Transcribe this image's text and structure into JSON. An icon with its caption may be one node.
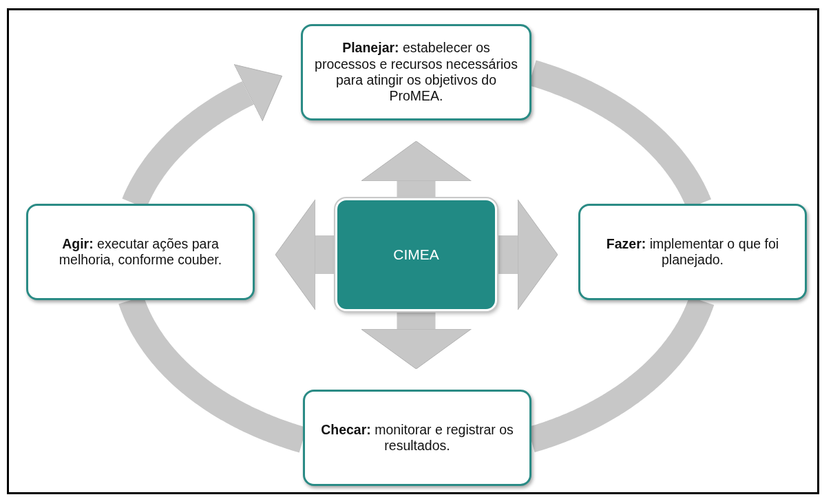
{
  "diagram": {
    "nodes": [
      {
        "text": [
          "**Planejar:** estabelecer os processos e recursos necessários para atingir os objetivos do ProMEA."
        ]
      },
      {
        "text": [
          "**Agir:** executar ações para melhoria, conforme couber."
        ]
      },
      {
        "text": [
          "CIMEA"
        ]
      },
      {
        "text": [
          "**Fazer:** implementar o que foi planejado."
        ]
      },
      {
        "text": [
          "**Checar:** monitorar e registrar os resultados."
        ]
      }
    ],
    "edges": [
      {
        "from": 0,
        "to": 3,
        "arrow": "none"
      },
      {
        "from": 3,
        "to": 4,
        "arrow": "none"
      },
      {
        "from": 4,
        "to": 1,
        "arrow": "none"
      },
      {
        "from": 1,
        "to": 0,
        "arrow": "to"
      },
      {
        "from": 2,
        "to": 0,
        "arrow": "to"
      },
      {
        "from": 2,
        "to": 1,
        "arrow": "to"
      },
      {
        "from": 2,
        "to": 3,
        "arrow": "to"
      },
      {
        "from": 2,
        "to": 4,
        "arrow": "to"
      }
    ]
  }
}
